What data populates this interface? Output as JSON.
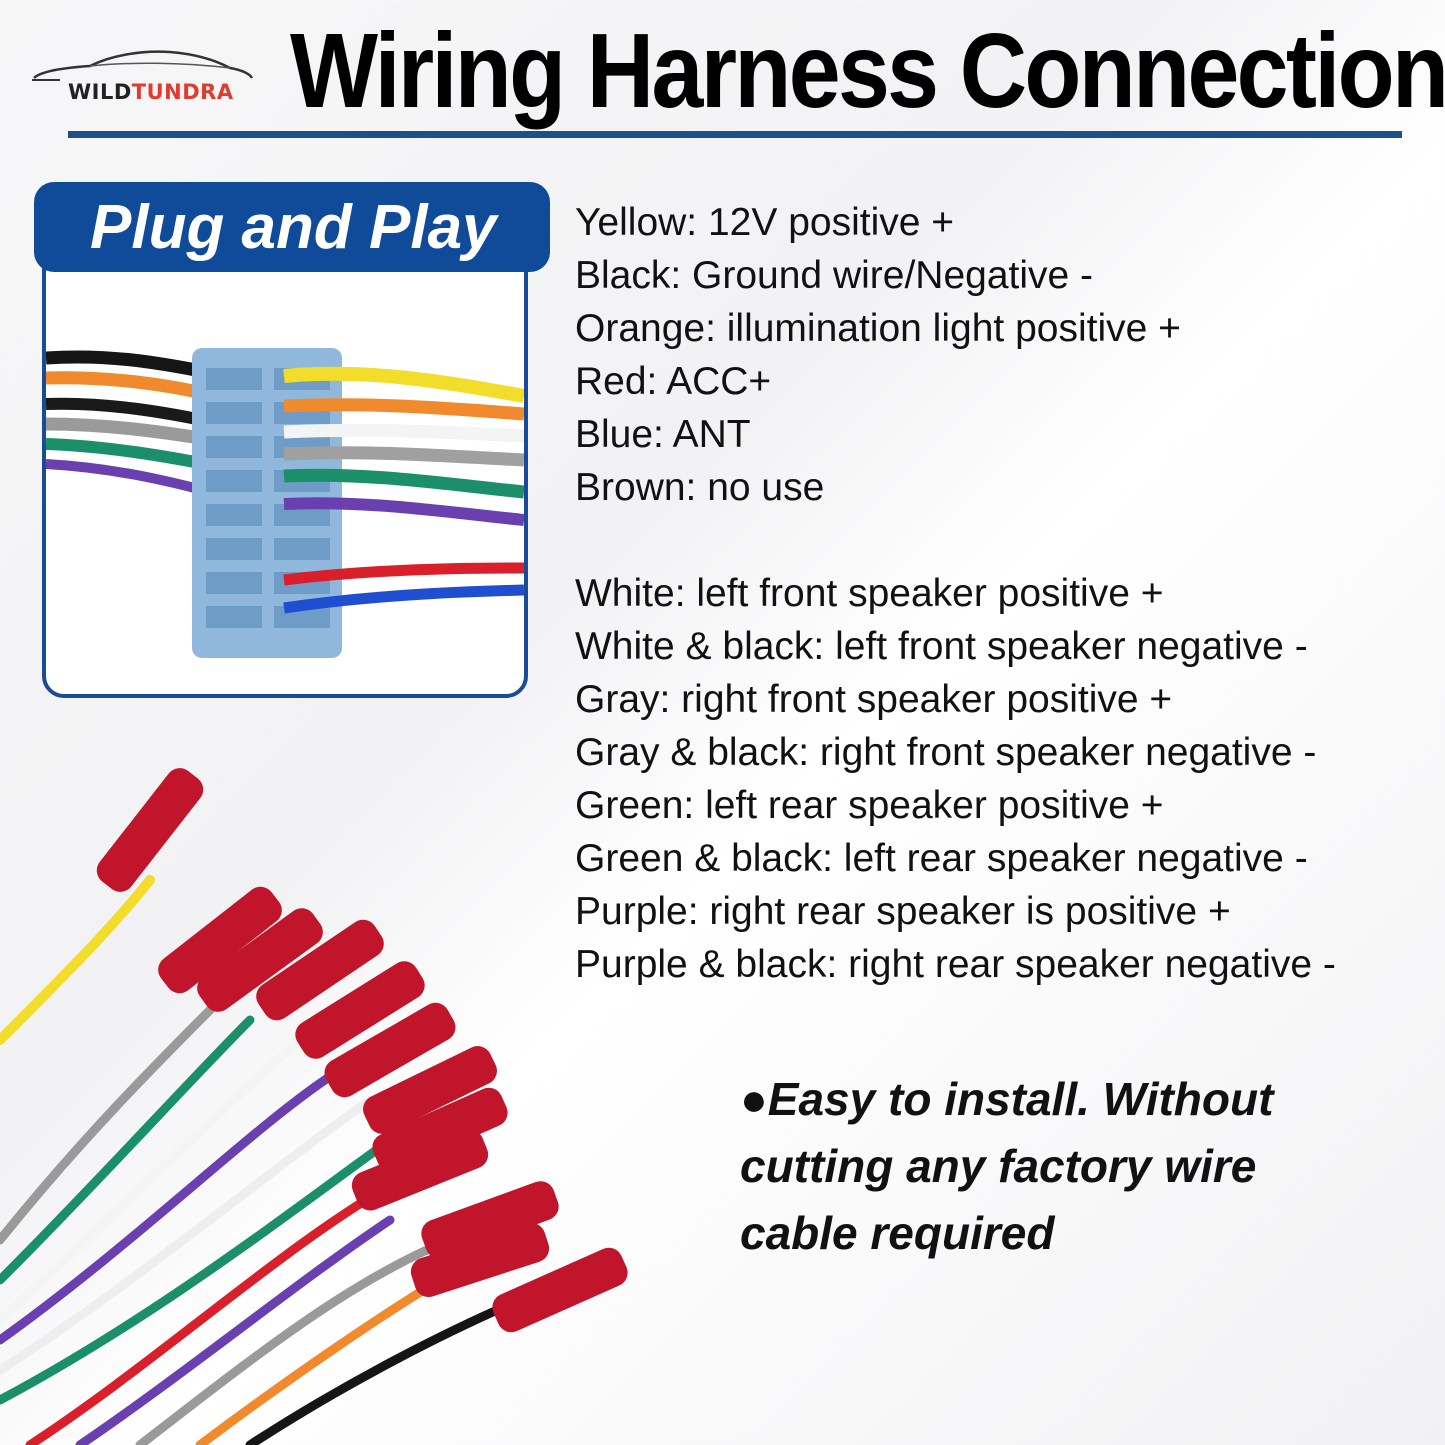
{
  "logo": {
    "brand_part1": "WILD",
    "brand_part2": "TUNDRA"
  },
  "header": {
    "title": "Wiring Harness Connection"
  },
  "panel": {
    "banner": "Plug and Play"
  },
  "spec_lines": [
    "Yellow: 12V positive +",
    "Black: Ground wire/Negative -",
    "Orange: illumination light positive +",
    "Red: ACC+",
    "Blue: ANT",
    "Brown: no use",
    "White: left front speaker positive +",
    "White & black: left front speaker negative -",
    "Gray: right front speaker positive +",
    "Gray &  black: right front speaker negative -",
    "Green: left rear speaker positive +",
    "Green & black: left rear speaker negative -",
    "Purple: right rear speaker is positive +",
    "Purple & black: right rear speaker negative -"
  ],
  "note": {
    "line1": "●Easy to install. Without",
    "line2": "cutting any factory wire",
    "line3": "cable required"
  },
  "colors": {
    "accent_blue": "#104b9a",
    "rule_blue": "#1c4f8c",
    "connector_blue": "#8fb8dc",
    "terminal_red": "#c0152a",
    "brand_red": "#e03b2c"
  }
}
